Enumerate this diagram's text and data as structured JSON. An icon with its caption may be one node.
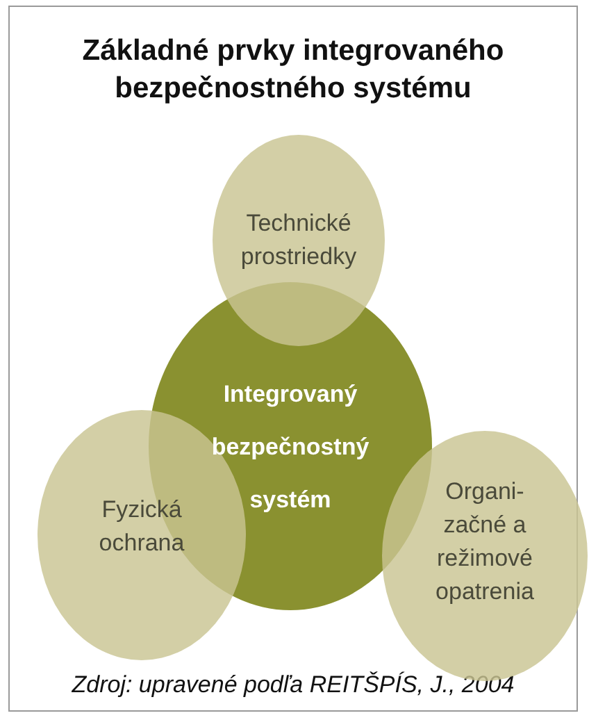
{
  "diagram": {
    "title": "Základné prvky integrovaného bezpečnostného systému",
    "caption": "Zdroj: upravené podľa REITŠPÍS, J., 2004",
    "nodes": [
      {
        "text": [
          "Technické prostriedky"
        ]
      },
      {
        "text": [
          "Integrovaný bezpečnostný systém"
        ]
      },
      {
        "text": [
          "Fyzická ochrana"
        ]
      },
      {
        "text": [
          "Organi-začné a režimové opatrenia"
        ]
      }
    ],
    "edges": []
  }
}
